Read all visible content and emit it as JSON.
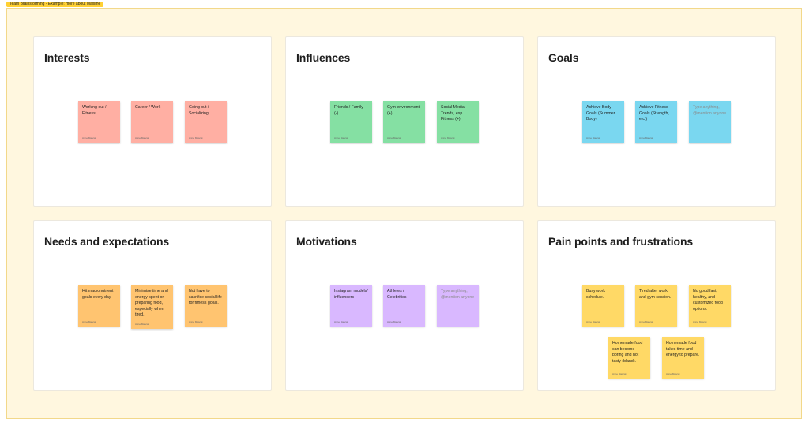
{
  "frame": {
    "label": "Team Brainstorming - Example: more about Maxime"
  },
  "panels": {
    "interests": {
      "title": "Interests",
      "notes": [
        {
          "text": "Working out / Fitness",
          "author": "Anne Mascat"
        },
        {
          "text": "Career / Work",
          "author": "Anne Mascat"
        },
        {
          "text": "Going out / Socializing",
          "author": "Anne Mascat"
        }
      ]
    },
    "influences": {
      "title": "Influences",
      "notes": [
        {
          "text": "Friends / Family (-)",
          "author": "Anne Mascat"
        },
        {
          "text": "Gym environment (+)",
          "author": "Anne Mascat"
        },
        {
          "text": "Social Media Trends, esp. Fitness (+)",
          "author": "Anne Mascat"
        }
      ]
    },
    "goals": {
      "title": "Goals",
      "notes": [
        {
          "text": "Achieve Body Goals (Summer Body)",
          "author": "Anne Mascat"
        },
        {
          "text": "Achieve Fitness Goals (Strength,.. etc.)",
          "author": "Anne Mascat"
        },
        {
          "placeholder": "Type anything, @mention anyone"
        }
      ]
    },
    "needs": {
      "title": "Needs and expectations",
      "notes": [
        {
          "text": "Hit macronutrient goals every day.",
          "author": "Anne Mascat"
        },
        {
          "text": "Minimise time and energy spent on preparing food, especially when tired.",
          "author": "Anne Mascat"
        },
        {
          "text": "Not have to sacrifice social life for fitness goals.",
          "author": "Anne Mascat"
        }
      ]
    },
    "motivations": {
      "title": "Motivations",
      "notes": [
        {
          "text": "Instagram models/ influencers",
          "author": "Anne Mascat"
        },
        {
          "text": "Athletes / Celebrities",
          "author": "Anne Mascat"
        },
        {
          "placeholder": "Type anything, @mention anyone"
        }
      ]
    },
    "pain": {
      "title": "Pain points and frustrations",
      "notes": [
        {
          "text": "Busy work schedule.",
          "author": "Anne Mascat"
        },
        {
          "text": "Tired after work and gym session.",
          "author": "Anne Mascat"
        },
        {
          "text": "No good fast, healthy, and customized food options.",
          "author": "Anne Mascat"
        },
        {
          "text": "Homemade food can become boring and not tasty (bland).",
          "author": "Anne Mascat"
        },
        {
          "text": "Homemade food takes time and energy to prepare.",
          "author": "Anne Mascat"
        }
      ]
    }
  },
  "colors": {
    "interests": "#ffafa3",
    "influences": "#85e0a3",
    "goals": "#7ad7f0",
    "needs": "#ffc470",
    "motivations": "#d9b8ff",
    "pain": "#ffd966",
    "section_bg": "#fff7df"
  }
}
